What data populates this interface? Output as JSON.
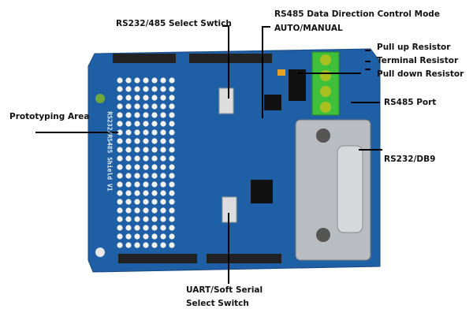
{
  "labels": {
    "select_switch": "RS232/485 Select Swtich",
    "direction_mode_line1": "RS485 Data Direction Control Mode",
    "direction_mode_line2": "AUTO/MANUAL",
    "pull_up": "Pull up Resistor",
    "terminal": "Terminal Resistor",
    "pull_down": "Pull down Resistor",
    "rs485_port": "RS485 Port",
    "prototyping": "Prototyping Area",
    "db9": "RS232/DB9",
    "uart_line1": "UART/Soft Serial",
    "uart_line2": "Select Switch"
  },
  "board_text": "RS232/RS485 Shield V1",
  "colors": {
    "board": "#1f5fa6",
    "terminal": "#3fbf3a",
    "connector": "#b9bcc0"
  }
}
